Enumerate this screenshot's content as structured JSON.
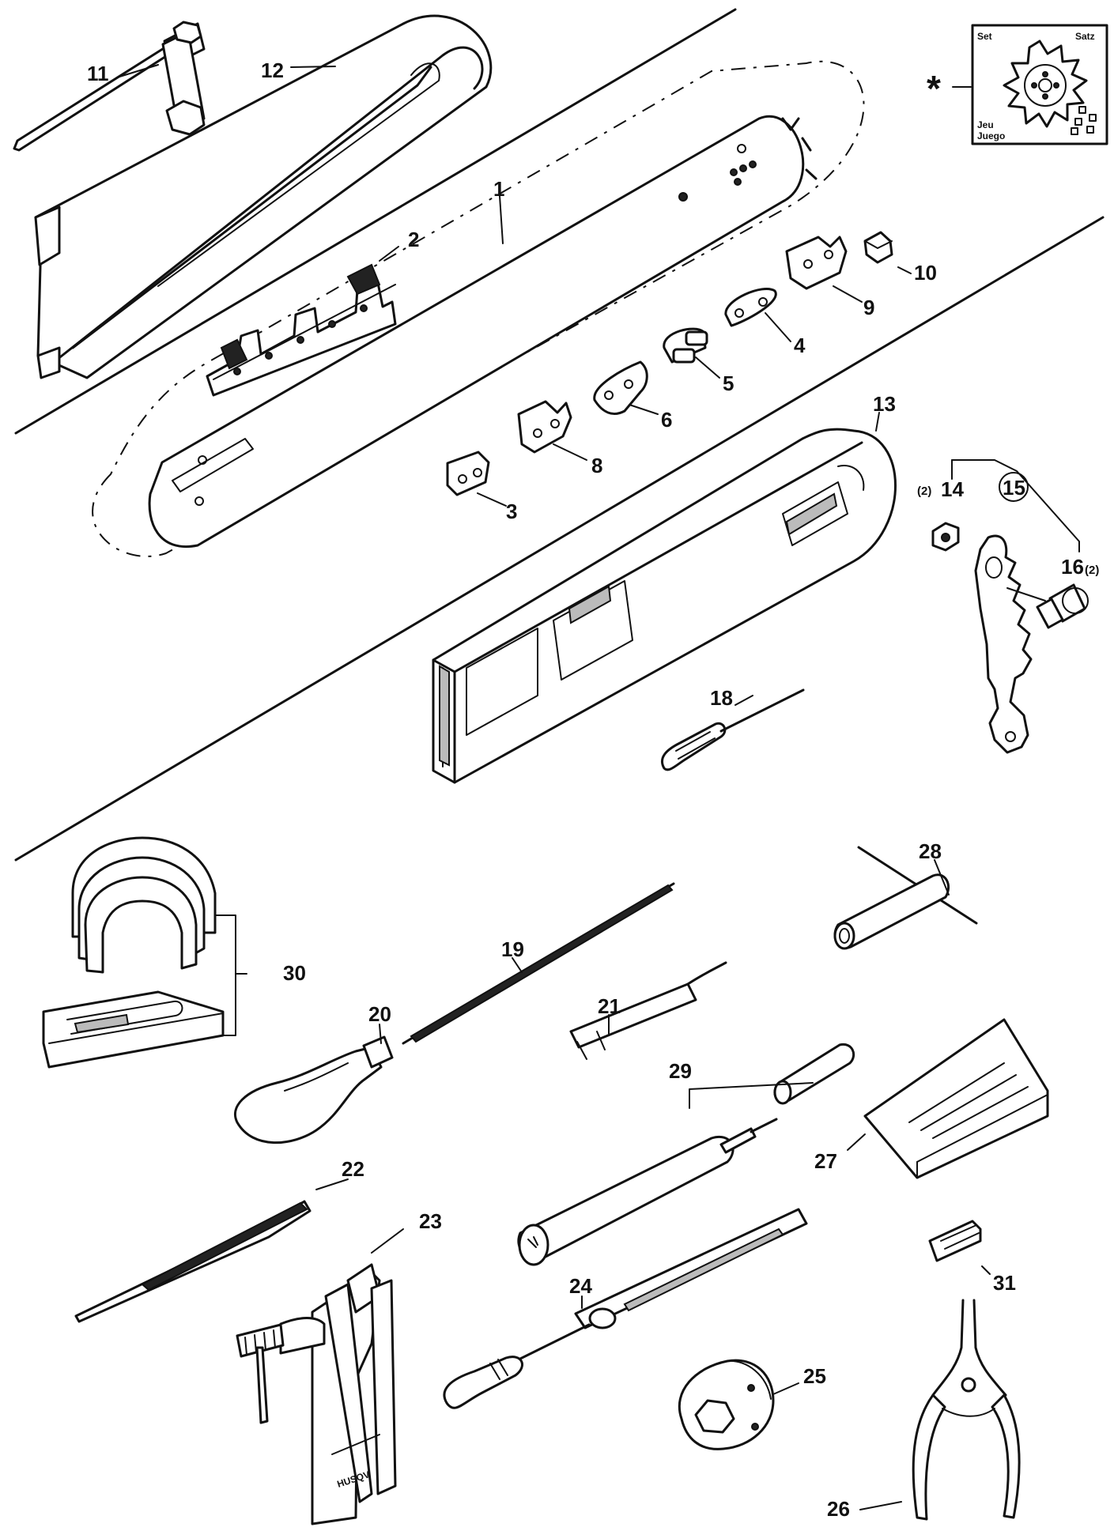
{
  "labels": {
    "p1": "1",
    "p2": "2",
    "p3": "3",
    "p4": "4",
    "p5": "5",
    "p6": "6",
    "p8": "8",
    "p9": "9",
    "p10": "10",
    "p11": "11",
    "p12": "12",
    "p13": "13",
    "p14": "14",
    "p14_qty": "(2)",
    "p15": "15",
    "p16": "16",
    "p16_qty": "(2)",
    "p18": "18",
    "p19": "19",
    "p20": "20",
    "p21": "21",
    "p22": "22",
    "p23": "23",
    "p24": "24",
    "p25": "25",
    "p26": "26",
    "p27": "27",
    "p28": "28",
    "p29": "29",
    "p30": "30",
    "p31": "31",
    "star": "*"
  },
  "set_box": {
    "tl": "Set",
    "tr": "Satz",
    "bl1": "Jeu",
    "bl2": "Juego"
  },
  "brand_engraving": "HUSQV"
}
